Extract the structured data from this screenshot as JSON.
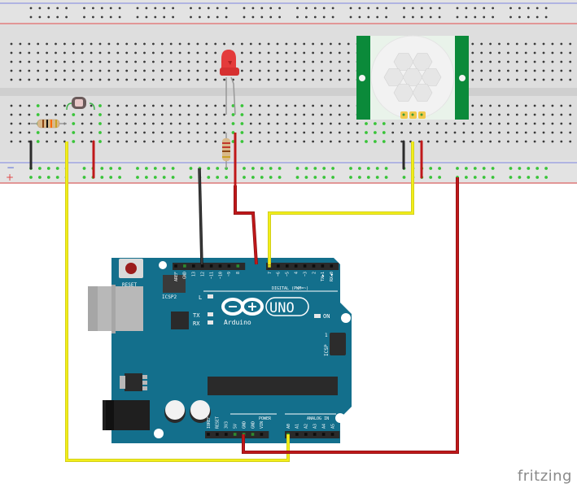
{
  "app": {
    "watermark": "fritzing"
  },
  "breadboard": {
    "rail_top_minus_label": "",
    "rail_bottom_minus_label": "−",
    "rail_bottom_plus_label": "+",
    "colors": {
      "body": "#dcdcdc",
      "channel": "#cfcfcf",
      "hole": "#3a3a3a",
      "hole_active": "#39c439",
      "rail_blue": "#5a6bd8",
      "rail_red": "#e04848"
    }
  },
  "components": {
    "photoresistor": {
      "name": "Photoresistor (LDR)"
    },
    "resistor_ldr": {
      "name": "Resistor",
      "bands": [
        "#8b4513",
        "#111111",
        "#ff6600",
        "#c9a227"
      ]
    },
    "led": {
      "name": "Red LED",
      "color": "#e43b3b"
    },
    "resistor_led": {
      "name": "Resistor",
      "bands": [
        "#c0392b",
        "#c0392b",
        "#8b4513",
        "#c9a227"
      ]
    },
    "pir_sensor": {
      "name": "PIR Motion Sensor",
      "pcb_color": "#0b8a3a"
    }
  },
  "arduino": {
    "model_label": "UNO",
    "brand_label": "Arduino",
    "reset_label": "RESET",
    "icsp2_label": "ICSP2",
    "icsp_label": "ICSP",
    "icsp_pin1": "1",
    "led_labels": [
      "L",
      "TX",
      "RX"
    ],
    "on_label": "ON",
    "digital_label": "DIGITAL (PWM=~)",
    "power_label": "POWER",
    "analog_label": "ANALOG IN",
    "digital_pins": [
      "AREF",
      "GND",
      "13",
      "12",
      "~11",
      "~10",
      "~9",
      "8",
      "7",
      "~6",
      "~5",
      "4",
      "~3",
      "2",
      "TX▶1",
      "RX◀0"
    ],
    "power_pins": [
      "IOREF",
      "RESET",
      "3V3",
      "5V",
      "GND",
      "GND",
      "VIN"
    ],
    "analog_pins": [
      "A0",
      "A1",
      "A2",
      "A3",
      "A4",
      "A5"
    ],
    "board_color": "#136f8c"
  },
  "wires": [
    {
      "name": "ldr-to-a0",
      "color": "#f2ee1a",
      "from": "breadboard LDR node",
      "to": "A0"
    },
    {
      "name": "5v-to-rail",
      "color": "#c0181a",
      "from": "5V",
      "to": "breadboard + rail"
    },
    {
      "name": "gnd-to-rail",
      "color": "#2b2b2b",
      "from": "GND",
      "to": "breadboard − rail"
    },
    {
      "name": "led-to-pin8",
      "color": "#c0181a",
      "from": "LED anode",
      "to": "8"
    },
    {
      "name": "pir-out-to-pin7",
      "color": "#f2ee1a",
      "from": "PIR OUT",
      "to": "7"
    }
  ]
}
